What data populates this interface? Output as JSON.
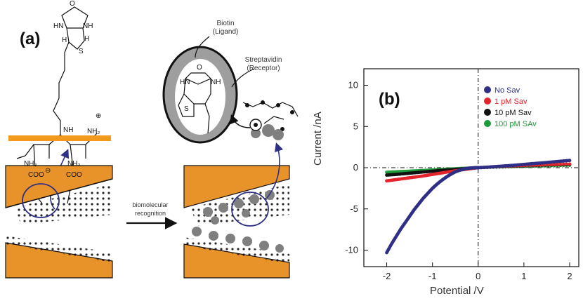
{
  "colors": {
    "gold": "#f39a1e",
    "nanopore_wall": "#e8922a",
    "dark_blue": "#2f2f86",
    "grey_protein": "#7f7f7f",
    "ellipse_fill": "#c9c9c9",
    "series_no_sav": "#2f2f86",
    "series_1pm": "#e3242b",
    "series_10pm": "#111111",
    "series_100pm": "#1f9a3a"
  },
  "panel_a": {
    "label": "(a)",
    "biotin_label": "Biotin\n(Ligand)",
    "receptor_label": "Streptavidin\n(Receptor)",
    "arrow_text": "biomolecular\nrecognition",
    "chem": {
      "o": "O",
      "hn": "HN",
      "nh": "NH",
      "h1": "H",
      "h2": "H",
      "s": "S",
      "nh_amide": "NH",
      "nh2_right": "NH₂",
      "nh2_left": "NH₂",
      "nh2_mid": "NH₂",
      "coo1": "COO",
      "coo2": "COO",
      "plus": "⊕",
      "minus": "⊖"
    },
    "ellipse_chem": {
      "o": "O",
      "hn": "HN",
      "nh": "NH",
      "s": "S"
    },
    "icons": {
      "sensor_circle": "magnifier-circle-icon",
      "target_icon": "bullseye-icon"
    }
  },
  "chart_data": {
    "type": "scatter",
    "label": "(b)",
    "xlabel": "Potential /V",
    "ylabel": "Current /nA",
    "xlim": [
      -2.5,
      2.2
    ],
    "ylim": [
      -12,
      12
    ],
    "x_ticks": [
      "-2",
      "-1",
      "0",
      "1",
      "2"
    ],
    "y_ticks": [
      "10",
      "5",
      "0",
      "-5",
      "-10"
    ],
    "legend_position": "top-right",
    "series": [
      {
        "name": "No Sav",
        "color": "#2f2f86",
        "points": [
          [
            -2.0,
            -10.3
          ],
          [
            -1.9,
            -9.3
          ],
          [
            -1.8,
            -8.4
          ],
          [
            -1.7,
            -7.5
          ],
          [
            -1.6,
            -6.7
          ],
          [
            -1.5,
            -5.9
          ],
          [
            -1.4,
            -5.1
          ],
          [
            -1.3,
            -4.4
          ],
          [
            -1.2,
            -3.7
          ],
          [
            -1.1,
            -3.1
          ],
          [
            -1.0,
            -2.5
          ],
          [
            -0.9,
            -2.0
          ],
          [
            -0.8,
            -1.55
          ],
          [
            -0.7,
            -1.15
          ],
          [
            -0.6,
            -0.8
          ],
          [
            -0.5,
            -0.5
          ],
          [
            -0.4,
            -0.3
          ],
          [
            -0.3,
            -0.15
          ],
          [
            -0.2,
            -0.06
          ],
          [
            -0.1,
            -0.01
          ],
          [
            0.0,
            0.0
          ],
          [
            0.2,
            0.06
          ],
          [
            0.4,
            0.14
          ],
          [
            0.6,
            0.22
          ],
          [
            0.8,
            0.3
          ],
          [
            1.0,
            0.4
          ],
          [
            1.2,
            0.5
          ],
          [
            1.4,
            0.58
          ],
          [
            1.6,
            0.68
          ],
          [
            1.8,
            0.78
          ],
          [
            2.0,
            0.88
          ]
        ]
      },
      {
        "name": "1 pM Sav",
        "color": "#e3242b",
        "points": [
          [
            -2.0,
            -1.6
          ],
          [
            -1.8,
            -1.45
          ],
          [
            -1.6,
            -1.3
          ],
          [
            -1.4,
            -1.15
          ],
          [
            -1.2,
            -1.0
          ],
          [
            -1.0,
            -0.82
          ],
          [
            -0.8,
            -0.64
          ],
          [
            -0.6,
            -0.46
          ],
          [
            -0.4,
            -0.3
          ],
          [
            -0.2,
            -0.14
          ],
          [
            0.0,
            0.0
          ],
          [
            0.4,
            0.12
          ],
          [
            0.8,
            0.22
          ],
          [
            1.2,
            0.3
          ],
          [
            1.6,
            0.38
          ],
          [
            2.0,
            0.45
          ]
        ]
      },
      {
        "name": "10 pM Sav",
        "color": "#111111",
        "points": [
          [
            -2.0,
            -0.9
          ],
          [
            -1.8,
            -0.82
          ],
          [
            -1.6,
            -0.72
          ],
          [
            -1.4,
            -0.62
          ],
          [
            -1.2,
            -0.52
          ],
          [
            -1.0,
            -0.43
          ],
          [
            -0.8,
            -0.34
          ],
          [
            -0.6,
            -0.25
          ],
          [
            -0.4,
            -0.17
          ],
          [
            -0.2,
            -0.08
          ],
          [
            0.0,
            0.0
          ],
          [
            0.4,
            0.1
          ],
          [
            0.8,
            0.18
          ],
          [
            1.2,
            0.26
          ],
          [
            1.6,
            0.33
          ],
          [
            2.0,
            0.4
          ]
        ]
      },
      {
        "name": "100 pM SAv",
        "color": "#1f9a3a",
        "points": [
          [
            -2.0,
            -0.55
          ],
          [
            -1.8,
            -0.5
          ],
          [
            -1.6,
            -0.45
          ],
          [
            -1.4,
            -0.4
          ],
          [
            -1.2,
            -0.34
          ],
          [
            -1.0,
            -0.28
          ],
          [
            -0.8,
            -0.22
          ],
          [
            -0.6,
            -0.16
          ],
          [
            -0.4,
            -0.1
          ],
          [
            -0.2,
            -0.05
          ],
          [
            0.0,
            0.0
          ],
          [
            0.4,
            0.07
          ],
          [
            0.8,
            0.13
          ],
          [
            1.2,
            0.19
          ],
          [
            1.6,
            0.24
          ],
          [
            2.0,
            0.29
          ]
        ]
      }
    ]
  }
}
